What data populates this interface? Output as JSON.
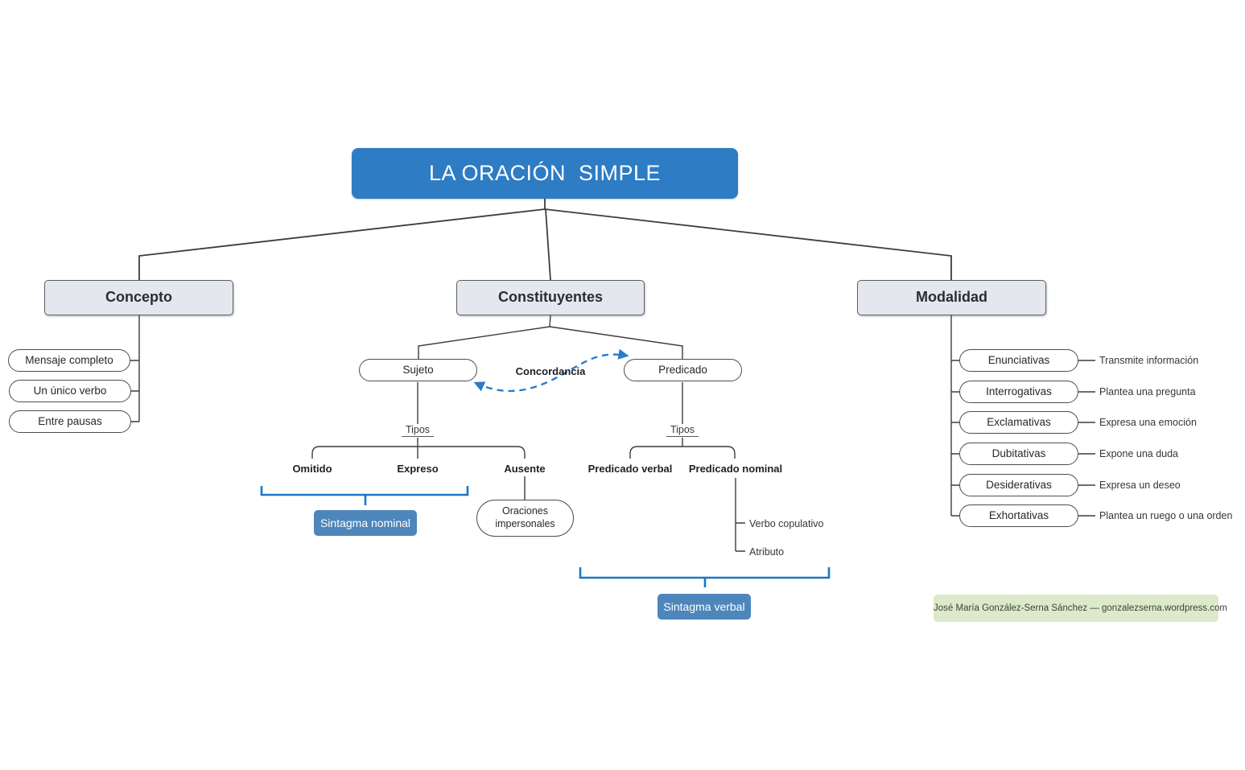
{
  "colors": {
    "title-bg": "#2d7cc4",
    "header-bg": "#e4e7ed",
    "header-border": "#5a5f66",
    "badge-bg": "#4d86ba",
    "bracket-blue": "#1b76c8",
    "arrow-blue": "#2b7cc9",
    "line-gray": "#3d3d3d",
    "attribution-bg": "#dceacb"
  },
  "title": "LA ORACIÓN  SIMPLE",
  "concepto": {
    "label": "Concepto",
    "items": [
      "Mensaje completo",
      "Un único verbo",
      "Entre pausas"
    ]
  },
  "constituyentes": {
    "label": "Constituyentes",
    "concordancia": "Concordancia",
    "sujeto": {
      "label": "Sujeto",
      "tipos_label": "Tipos",
      "tipos": [
        "Omitido",
        "Expreso",
        "Ausente"
      ],
      "ausente_child": "Oraciones impersonales",
      "badge": "Sintagma nominal"
    },
    "predicado": {
      "label": "Predicado",
      "tipos_label": "Tipos",
      "tipos": [
        "Predicado verbal",
        "Predicado nominal"
      ],
      "nominal_children": [
        "Verbo copulativo",
        "Atributo"
      ],
      "badge": "Sintagma verbal"
    }
  },
  "modalidad": {
    "label": "Modalidad",
    "items": [
      {
        "label": "Enunciativas",
        "desc": "Transmite información"
      },
      {
        "label": "Interrogativas",
        "desc": "Plantea una pregunta"
      },
      {
        "label": "Exclamativas",
        "desc": "Expresa una emoción"
      },
      {
        "label": "Dubitativas",
        "desc": "Expone una duda"
      },
      {
        "label": "Desiderativas",
        "desc": "Expresa un deseo"
      },
      {
        "label": "Exhortativas",
        "desc": "Plantea un ruego o una orden"
      }
    ]
  },
  "attribution": "José María González-Serna Sánchez — gonzalezserna.wordpress.com"
}
